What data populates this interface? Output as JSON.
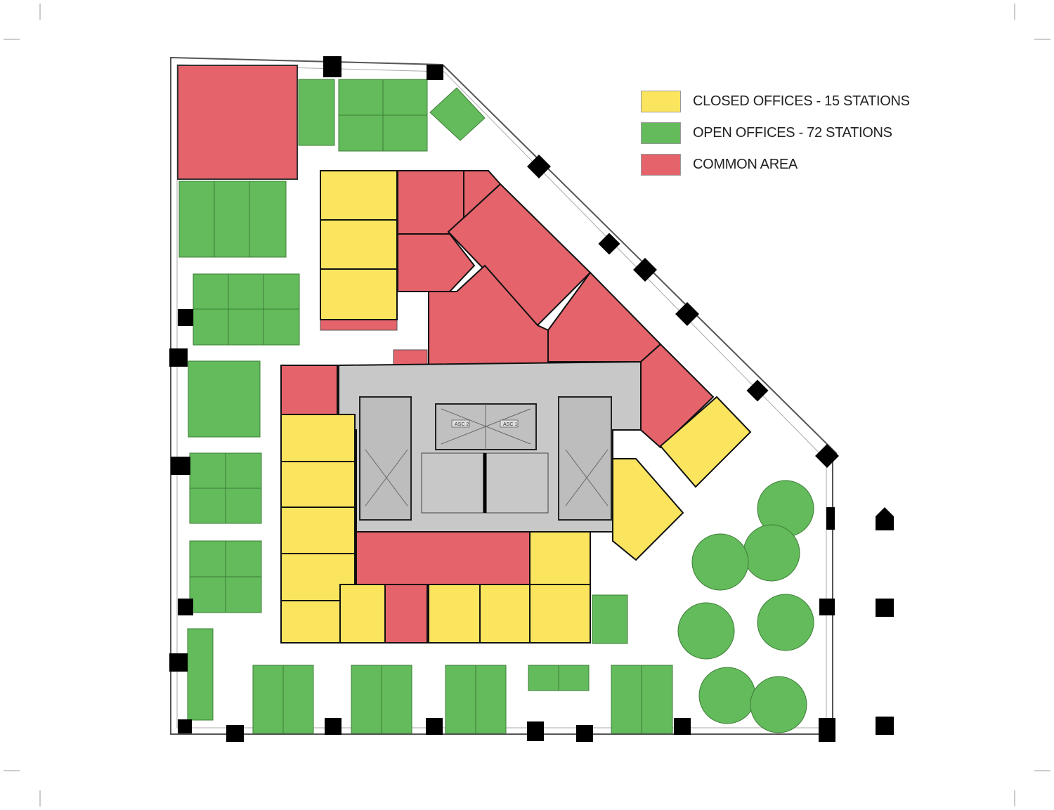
{
  "colors": {
    "closed_office": "#fbe55f",
    "open_office": "#63bb5b",
    "common_area": "#e5636b",
    "core": "#c8c8c8"
  },
  "legend": [
    {
      "label": "CLOSED OFFICES - 15 STATIONS",
      "color": "#fbe55f"
    },
    {
      "label": "OPEN OFFICES - 72 STATIONS",
      "color": "#63bb5b"
    },
    {
      "label": "COMMON AREA",
      "color": "#e5636b"
    }
  ],
  "core": {
    "elevator_1": "ASC 1",
    "elevator_2": "ASC 2"
  }
}
